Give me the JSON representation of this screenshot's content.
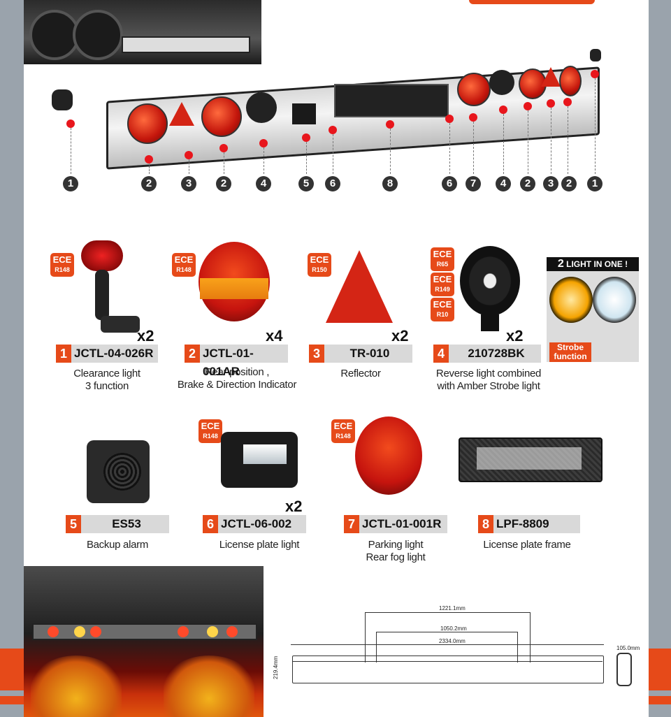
{
  "colors": {
    "accent": "#e64a19",
    "label_bg": "#d9d9d9",
    "red_dot": "#e8161c"
  },
  "diagram": {
    "callouts": [
      "1",
      "2",
      "3",
      "2",
      "4",
      "5",
      "6",
      "8",
      "6",
      "7",
      "4",
      "2",
      "3",
      "2",
      "1"
    ]
  },
  "products": [
    {
      "num": "1",
      "code": "JCTL-04-026R",
      "desc1": "Clearance light",
      "desc2": "3 function",
      "qty": "x2",
      "ece": "ECE",
      "ece_reg": "R148"
    },
    {
      "num": "2",
      "code": "JCTL-01-001AR",
      "desc1": "Rear position ,",
      "desc2": "Brake & Direction Indicator",
      "qty": "x4",
      "ece": "ECE",
      "ece_reg": "R148"
    },
    {
      "num": "3",
      "code": "TR-010",
      "desc1": "Reflector",
      "desc2": "",
      "qty": "x2",
      "ece": "ECE",
      "ece_reg": "R150"
    },
    {
      "num": "4",
      "code": "210728BK",
      "desc1": "Reverse light combined",
      "desc2": "with Amber Strobe light",
      "qty": "x2",
      "ece": "ECE",
      "ece_regs": [
        "R65",
        "R149",
        "R10"
      ]
    },
    {
      "num": "5",
      "code": "ES53",
      "desc1": "Backup alarm",
      "desc2": ""
    },
    {
      "num": "6",
      "code": "JCTL-06-002",
      "desc1": "License plate light",
      "desc2": "",
      "qty": "x2",
      "ece": "ECE",
      "ece_reg": "R148"
    },
    {
      "num": "7",
      "code": "JCTL-01-001R",
      "desc1": "Parking light",
      "desc2": "Rear fog light",
      "ece": "ECE",
      "ece_reg": "R148"
    },
    {
      "num": "8",
      "code": "LPF-8809",
      "desc1": "License plate frame",
      "desc2": ""
    }
  ],
  "two_in_one": {
    "num": "2",
    "text": "LIGHT IN ONE !",
    "strobe1": "Strobe",
    "strobe2": "function"
  },
  "drawing": {
    "dim1": "1221.1mm",
    "dim2": "1050.2mm",
    "dim3": "2334.0mm",
    "height": "219.4mm",
    "depth": "105.0mm"
  }
}
